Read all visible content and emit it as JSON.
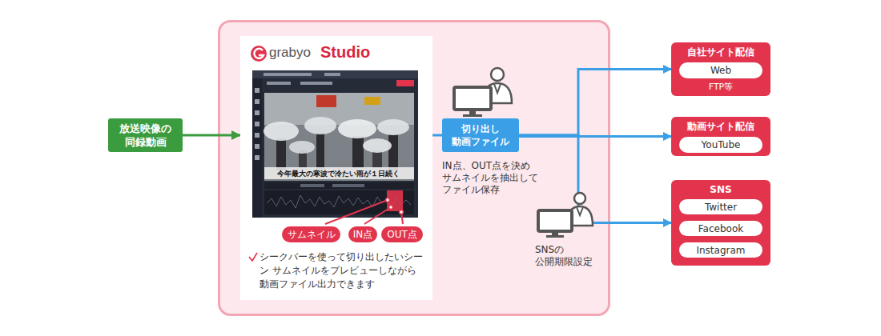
{
  "diagram": {
    "nodes": [
      {
        "text": [
          "放送映像の 同録動画"
        ]
      },
      {
        "text": [
          "grabyo",
          "Studio",
          "シークバーを使って切り出したいシーン サムネイルをプレビューしながら 動画ファイル出力できます"
        ]
      },
      {
        "text": [
          "サムネイル"
        ],
        "in": 1
      },
      {
        "text": [
          "IN点"
        ],
        "in": 1
      },
      {
        "text": [
          "OUT点"
        ],
        "in": 1
      },
      {
        "text": [
          "切り出し 動画ファイル",
          "IN点、OUT点を決め サムネイルを抽出して ファイル保存"
        ]
      },
      {
        "text": [
          "自社サイト配信",
          "FTP等"
        ]
      },
      {
        "text": [
          "Web"
        ],
        "in": 6
      },
      {
        "text": [
          "動画サイト配信"
        ]
      },
      {
        "text": [
          "YouTube"
        ],
        "in": 8
      },
      {
        "text": [
          "SNS"
        ]
      },
      {
        "text": [
          "Twitter"
        ],
        "in": 10
      },
      {
        "text": [
          "Facebook"
        ],
        "in": 10
      },
      {
        "text": [
          "Instagram"
        ],
        "in": 10
      }
    ],
    "edges": [
      {
        "from": 0,
        "to": 1,
        "arrow": "to"
      },
      {
        "from": 1,
        "to": 5,
        "arrow": "none"
      },
      {
        "from": 5,
        "to": 6,
        "arrow": "to"
      },
      {
        "from": 5,
        "to": 8,
        "arrow": "to"
      },
      {
        "from": 5,
        "to": 10,
        "arrow": "to"
      }
    ],
    "labels": [
      "今年最大の寒波で冷たい雨が１日続く",
      "SNSの 公開期限設定"
    ]
  }
}
